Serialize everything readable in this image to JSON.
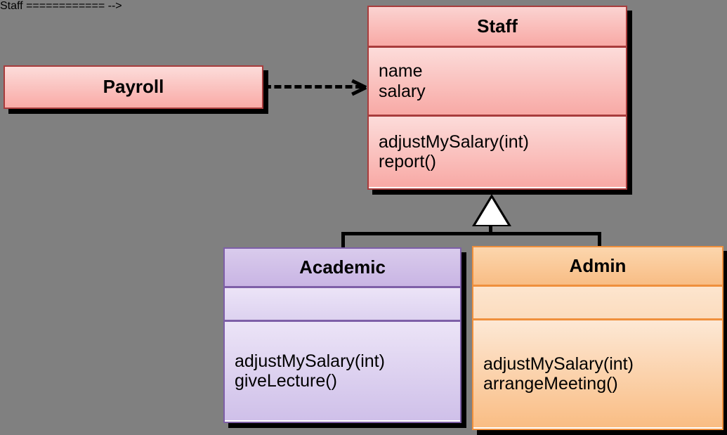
{
  "diagram": {
    "type": "uml-class-diagram",
    "background_color": "#808080",
    "classes": [
      {
        "id": "payroll",
        "name": "Payroll",
        "fill_color": "#f9aaa6",
        "border_color": "#a83c3c",
        "attributes": [],
        "operations": [],
        "compartments_shown": 1
      },
      {
        "id": "staff",
        "name": "Staff",
        "fill_color": "#f8a9a5",
        "border_color": "#a83c3c",
        "attributes": [
          "name",
          "salary"
        ],
        "operations": [
          "adjustMySalary(int)",
          "report()"
        ],
        "compartments_shown": 3
      },
      {
        "id": "academic",
        "name": "Academic",
        "fill_color": "#cfc0e9",
        "border_color": "#7e5fa8",
        "attributes": [],
        "operations": [
          "adjustMySalary(int)",
          "giveLecture()"
        ],
        "compartments_shown": 3
      },
      {
        "id": "admin",
        "name": "Admin",
        "fill_color": "#f9bd84",
        "border_color": "#ef8f3c",
        "attributes": [],
        "operations": [
          "adjustMySalary(int)",
          "arrangeMeeting()"
        ],
        "compartments_shown": 3
      }
    ],
    "relationships": [
      {
        "id": "dependency-payroll-staff",
        "kind": "dependency",
        "style": "dashed-open-arrow",
        "from": "Payroll",
        "to": "Staff"
      },
      {
        "id": "generalization-academic-staff",
        "kind": "generalization",
        "style": "solid-hollow-triangle",
        "from": "Academic",
        "to": "Staff"
      },
      {
        "id": "generalization-admin-staff",
        "kind": "generalization",
        "style": "solid-hollow-triangle",
        "from": "Admin",
        "to": "Staff"
      }
    ]
  }
}
